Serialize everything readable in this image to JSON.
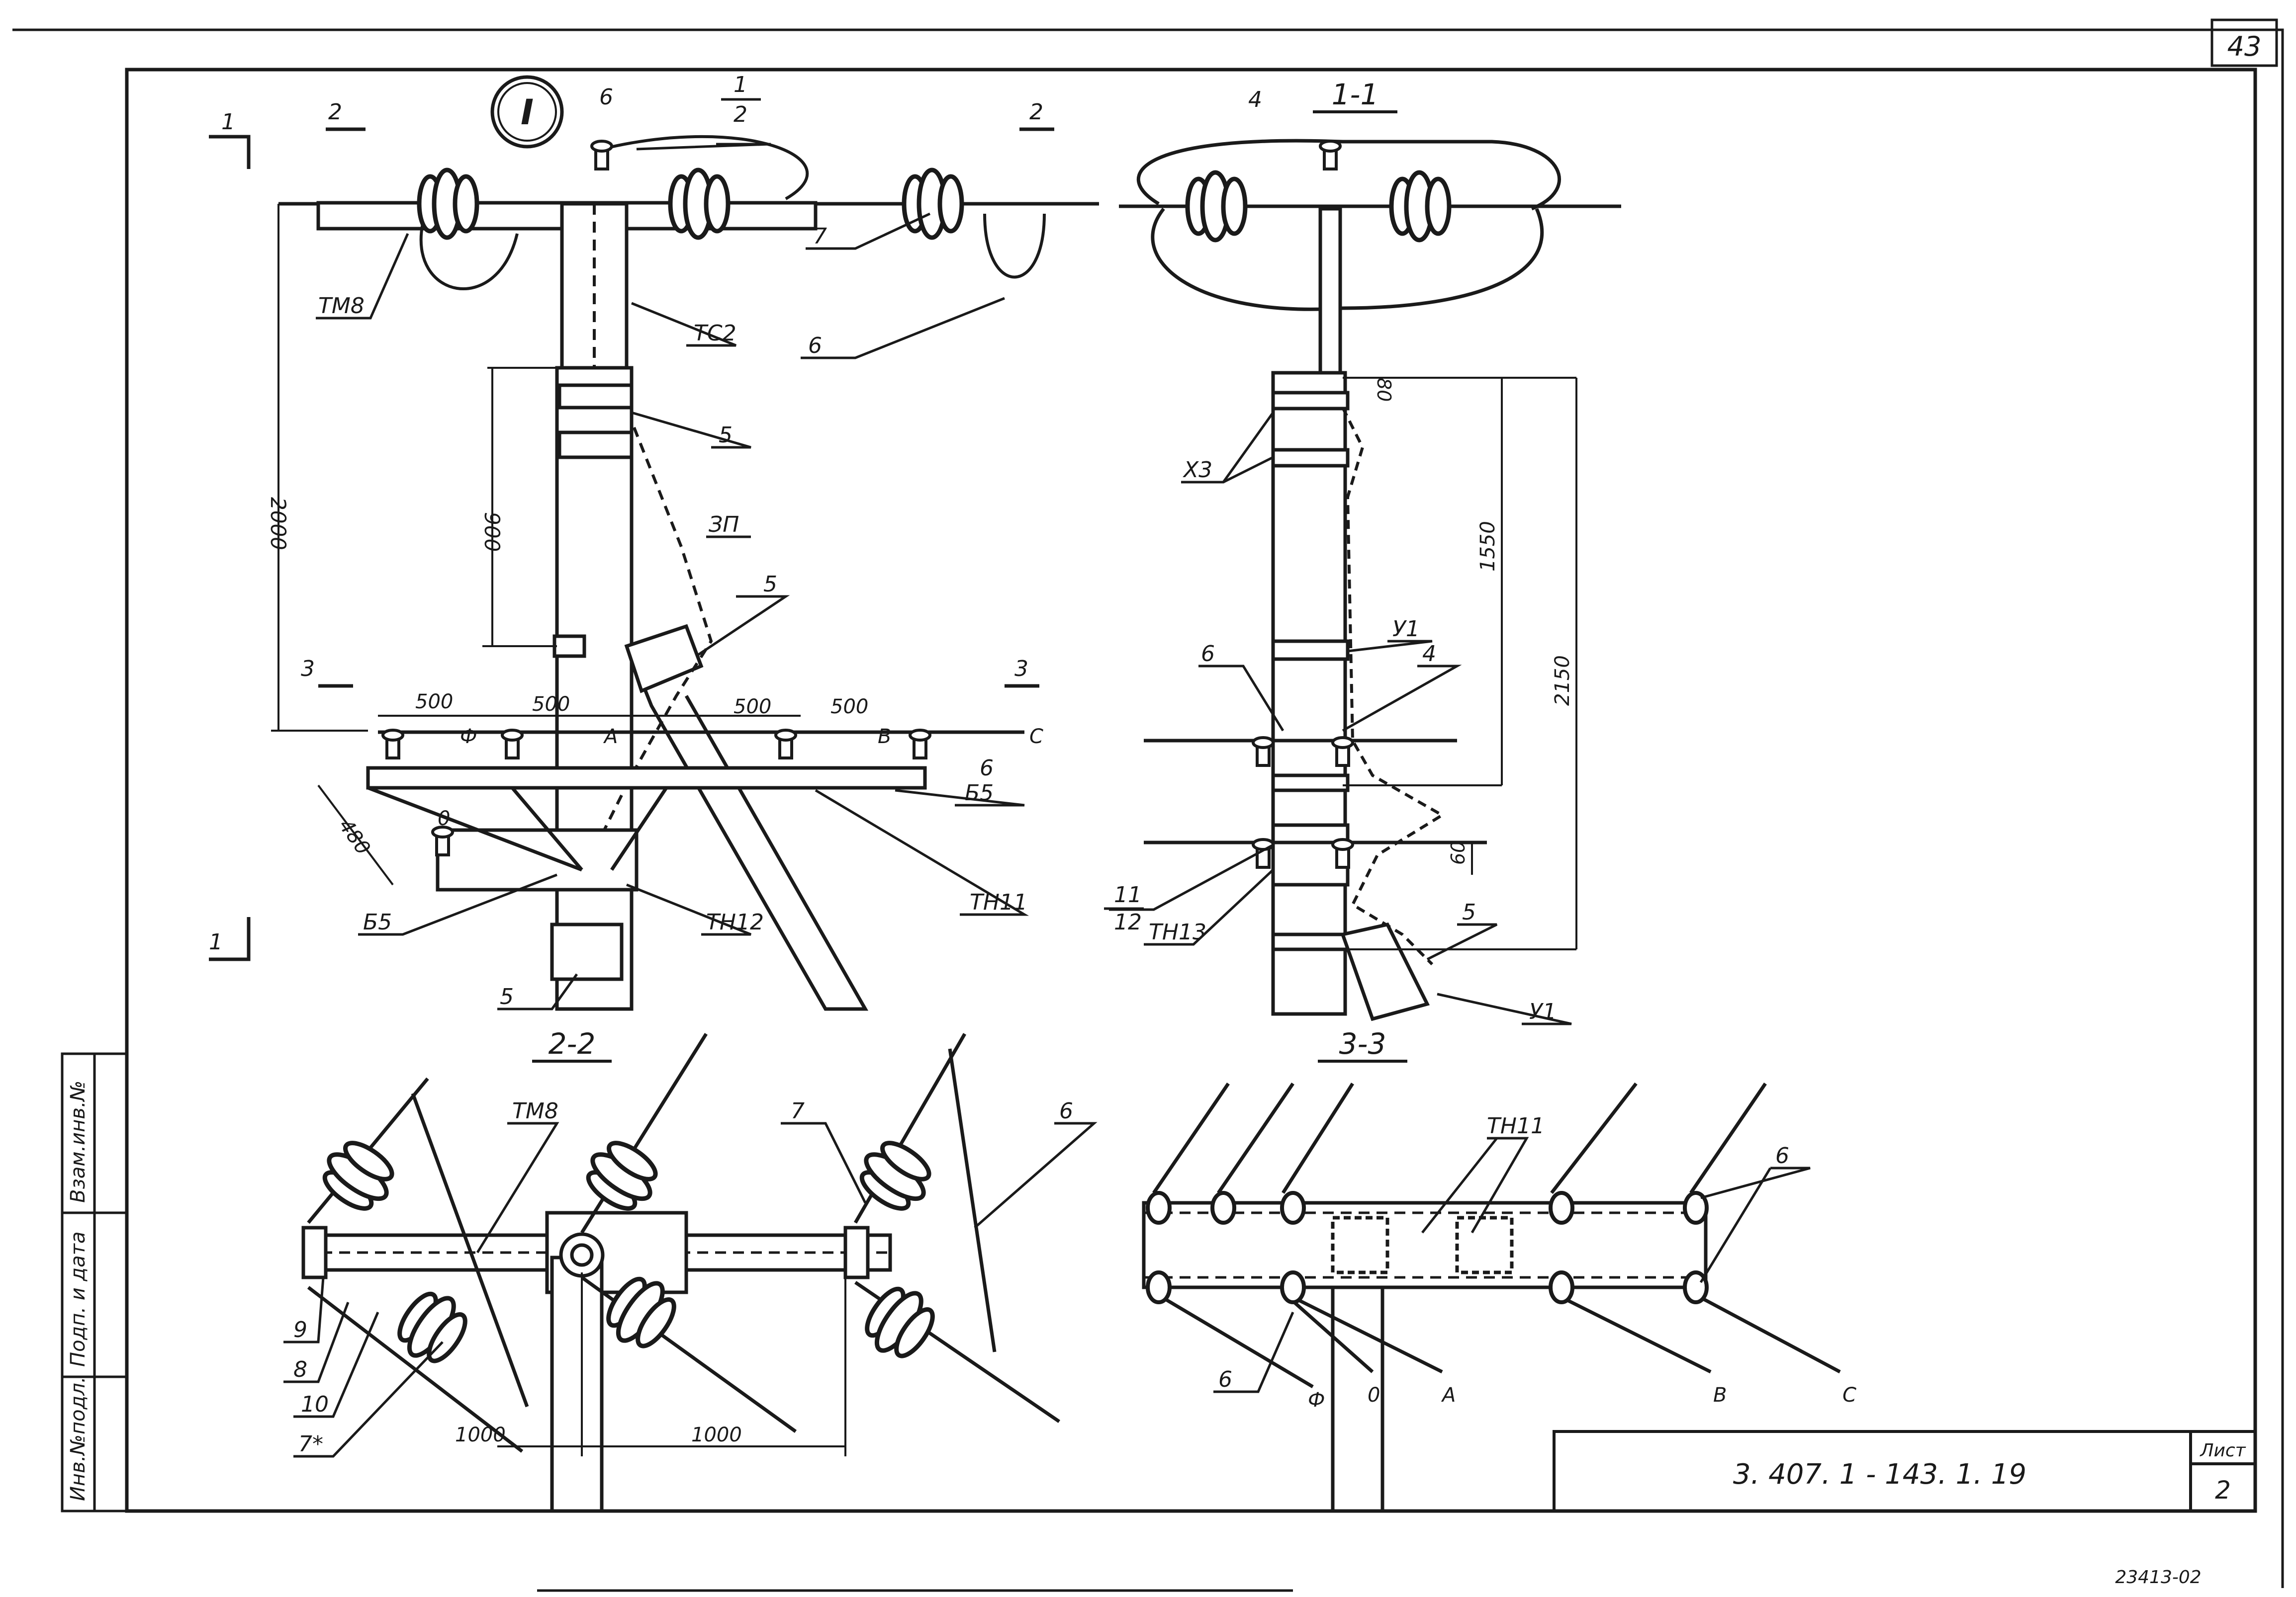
{
  "page_number": "43",
  "title_block": {
    "doc_code": "3. 407. 1 - 143. 1. 19",
    "sheet_label": "Лист",
    "sheet_number": "2"
  },
  "archive_number": "23413-02",
  "side_stamp": [
    "Инв.№подл.",
    "Подп. и дата",
    "Взам.инв.№"
  ],
  "node_marker": "I",
  "sections": {
    "s11": "1-1",
    "s22": "2-2",
    "s33": "3-3"
  },
  "cut_marks": {
    "c1": "1",
    "c2": "2",
    "c3": "3"
  },
  "labels": {
    "TM8": "ТМ8",
    "TC2": "ТС2",
    "ZP": "ЗП",
    "X3": "Х3",
    "U1": "У1",
    "B5": "Б5",
    "TN11": "ТН11",
    "TN12": "ТН12",
    "TN13": "ТН13",
    "n1": "1",
    "n2": "2",
    "n4": "4",
    "n5": "5",
    "n6": "6",
    "n7": "7",
    "n7s": "7*",
    "n8": "8",
    "n9": "9",
    "n10": "10",
    "n11": "11",
    "n12": "12"
  },
  "phases": {
    "F": "Ф",
    "A": "А",
    "B": "В",
    "C": "С",
    "O": "0"
  },
  "dims": {
    "d2000": "2000",
    "d900": "900",
    "d500": "500",
    "d480": "480",
    "d1000": "1000",
    "d1550": "1550",
    "d2150": "2150",
    "d80": "80",
    "d60": "60"
  }
}
